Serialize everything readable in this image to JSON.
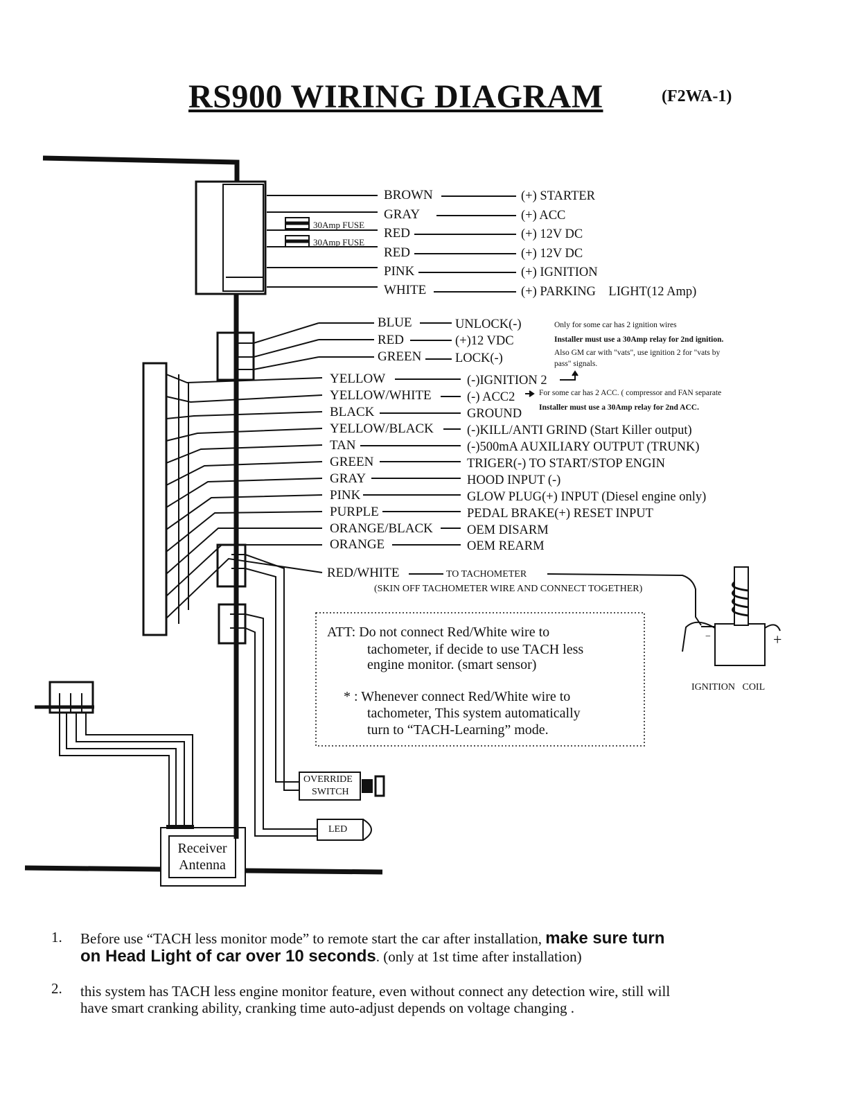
{
  "title": "RS900 WIRING DIAGRAM",
  "model_code": "(F2WA-1)",
  "top_harness": {
    "fuse_label_1": "30Amp FUSE",
    "fuse_label_2": "30Amp FUSE",
    "wires": [
      {
        "color": "BROWN",
        "function": "(+) STARTER"
      },
      {
        "color": "GRAY",
        "function": "(+) ACC"
      },
      {
        "color": "RED",
        "function": "(+) 12V DC"
      },
      {
        "color": "RED",
        "function": "(+) 12V DC"
      },
      {
        "color": "PINK",
        "function": "(+) IGNITION"
      },
      {
        "color": "WHITE",
        "function": "(+) PARKING    LIGHT(12 Amp)"
      }
    ]
  },
  "lock_harness": {
    "wires": [
      {
        "color": "BLUE",
        "function": "UNLOCK(-)"
      },
      {
        "color": "RED",
        "function": "(+)12 VDC"
      },
      {
        "color": "GREEN",
        "function": "LOCK(-)"
      }
    ],
    "note_line1": "Only for some car has 2 ignition wires",
    "note_line2": "Installer must use a 30Amp relay for 2nd ignition.",
    "note_line3": "Also GM car with \"vats\", use ignition 2 for \"vats by",
    "note_line4": "pass\" signals."
  },
  "main_harness": {
    "wires": [
      {
        "color": "YELLOW",
        "function": "(-)IGNITION 2"
      },
      {
        "color": "YELLOW/WHITE",
        "function": "(-) ACC2"
      },
      {
        "color": "BLACK",
        "function": "GROUND"
      },
      {
        "color": "YELLOW/BLACK",
        "function": "(-)KILL/ANTI GRIND (Start Killer output)"
      },
      {
        "color": "TAN",
        "function": "(-)500mA AUXILIARY OUTPUT (TRUNK)"
      },
      {
        "color": "GREEN",
        "function": "TRIGER(-) TO START/STOP ENGIN"
      },
      {
        "color": "GRAY",
        "function": "HOOD INPUT (-)"
      },
      {
        "color": "PINK",
        "function": "GLOW PLUG(+) INPUT (Diesel engine only)"
      },
      {
        "color": "PURPLE",
        "function": "PEDAL BRAKE(+) RESET INPUT"
      },
      {
        "color": "ORANGE/BLACK",
        "function": "OEM DISARM"
      },
      {
        "color": "ORANGE",
        "function": "OEM REARM"
      }
    ],
    "acc2_note_line1": "For some car has 2 ACC. ( compressor and FAN separate",
    "acc2_note_line2": "Installer must use a 30Amp relay for 2nd ACC."
  },
  "tach": {
    "color": "RED/WHITE",
    "function": "TO TACHOMETER",
    "note": "(SKIN OFF TACHOMETER WIRE AND CONNECT TOGETHER)"
  },
  "attention": {
    "line1": "ATT: Do not connect Red/White wire to",
    "line2": "tachometer, if decide to use TACH less",
    "line3": "engine monitor. (smart sensor)",
    "line4": "* : Whenever connect Red/White wire to",
    "line5": "tachometer, This system automatically",
    "line6": "turn to “TACH-Learning” mode."
  },
  "ignition_coil": {
    "label": "IGNITION   COIL",
    "minus": "−",
    "plus": "+"
  },
  "override_switch": {
    "line1": "OVERRIDE",
    "line2": "SWITCH"
  },
  "led": {
    "label": "LED"
  },
  "receiver": {
    "line1": "Receiver",
    "line2": "Antenna"
  },
  "footer": {
    "item1_num": "1.",
    "item1_a": "Before use “TACH less monitor mode” to remote start the car after installation,",
    "item1_bold1": "make sure turn",
    "item1_bold2": "on Head Light of car over 10 seconds",
    "item1_b": ". (only at 1st time after installation)",
    "item2_num": "2.",
    "item2_a": "this system has TACH less engine monitor feature, even without connect any detection wire, still will",
    "item2_b": "have smart cranking ability, cranking time auto-adjust depends on voltage changing ."
  }
}
